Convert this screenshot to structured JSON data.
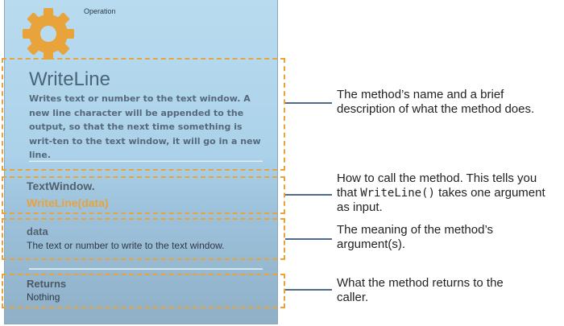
{
  "card": {
    "category": "Operation",
    "method_name": "WriteLine",
    "description": "Writes text or number to the text window.  A new line character will be appended to the output, so that the next time something is writ-ten to the text window, it will go in a new line.",
    "object_name": "TextWindow.",
    "call_signature": "WriteLine(data)",
    "parameter_name": "data",
    "parameter_description": "The text or number to write to the text window.",
    "returns_label": "Returns",
    "returns_value": "Nothing"
  },
  "annotations": {
    "name_line1": "The method’s name and a brief",
    "name_line2": "description of what the method does.",
    "call_line1": "How to call the method. This tells you",
    "call_line2_prefix": "that ",
    "call_line2_code": "WriteLine()",
    "call_line2_suffix": " takes one argument",
    "call_line3": "as input.",
    "arg_line1": "The meaning of the method’s",
    "arg_line2": "argument(s).",
    "ret_line1": "What the method returns to the",
    "ret_line2": "caller."
  },
  "colors": {
    "highlight": "#e8a33a",
    "leader": "#4e6c8a",
    "gear": "#e8a33a"
  },
  "icons": [
    "gear-icon"
  ]
}
